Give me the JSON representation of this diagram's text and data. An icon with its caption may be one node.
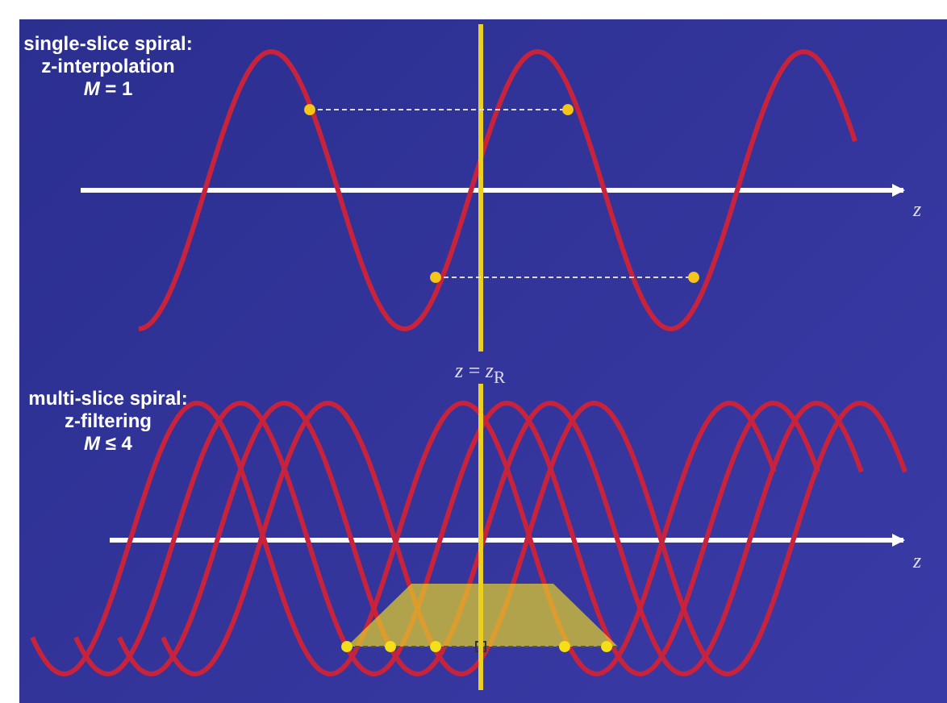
{
  "diagram": {
    "labels": [
      "single-slice spiral:",
      "z-interpolation",
      "*M* = 1",
      "z",
      "*z* = *z*$_{R}$",
      "multi-slice spiral:",
      "z-filtering",
      "*M* ≤ 4",
      "z"
    ]
  }
}
